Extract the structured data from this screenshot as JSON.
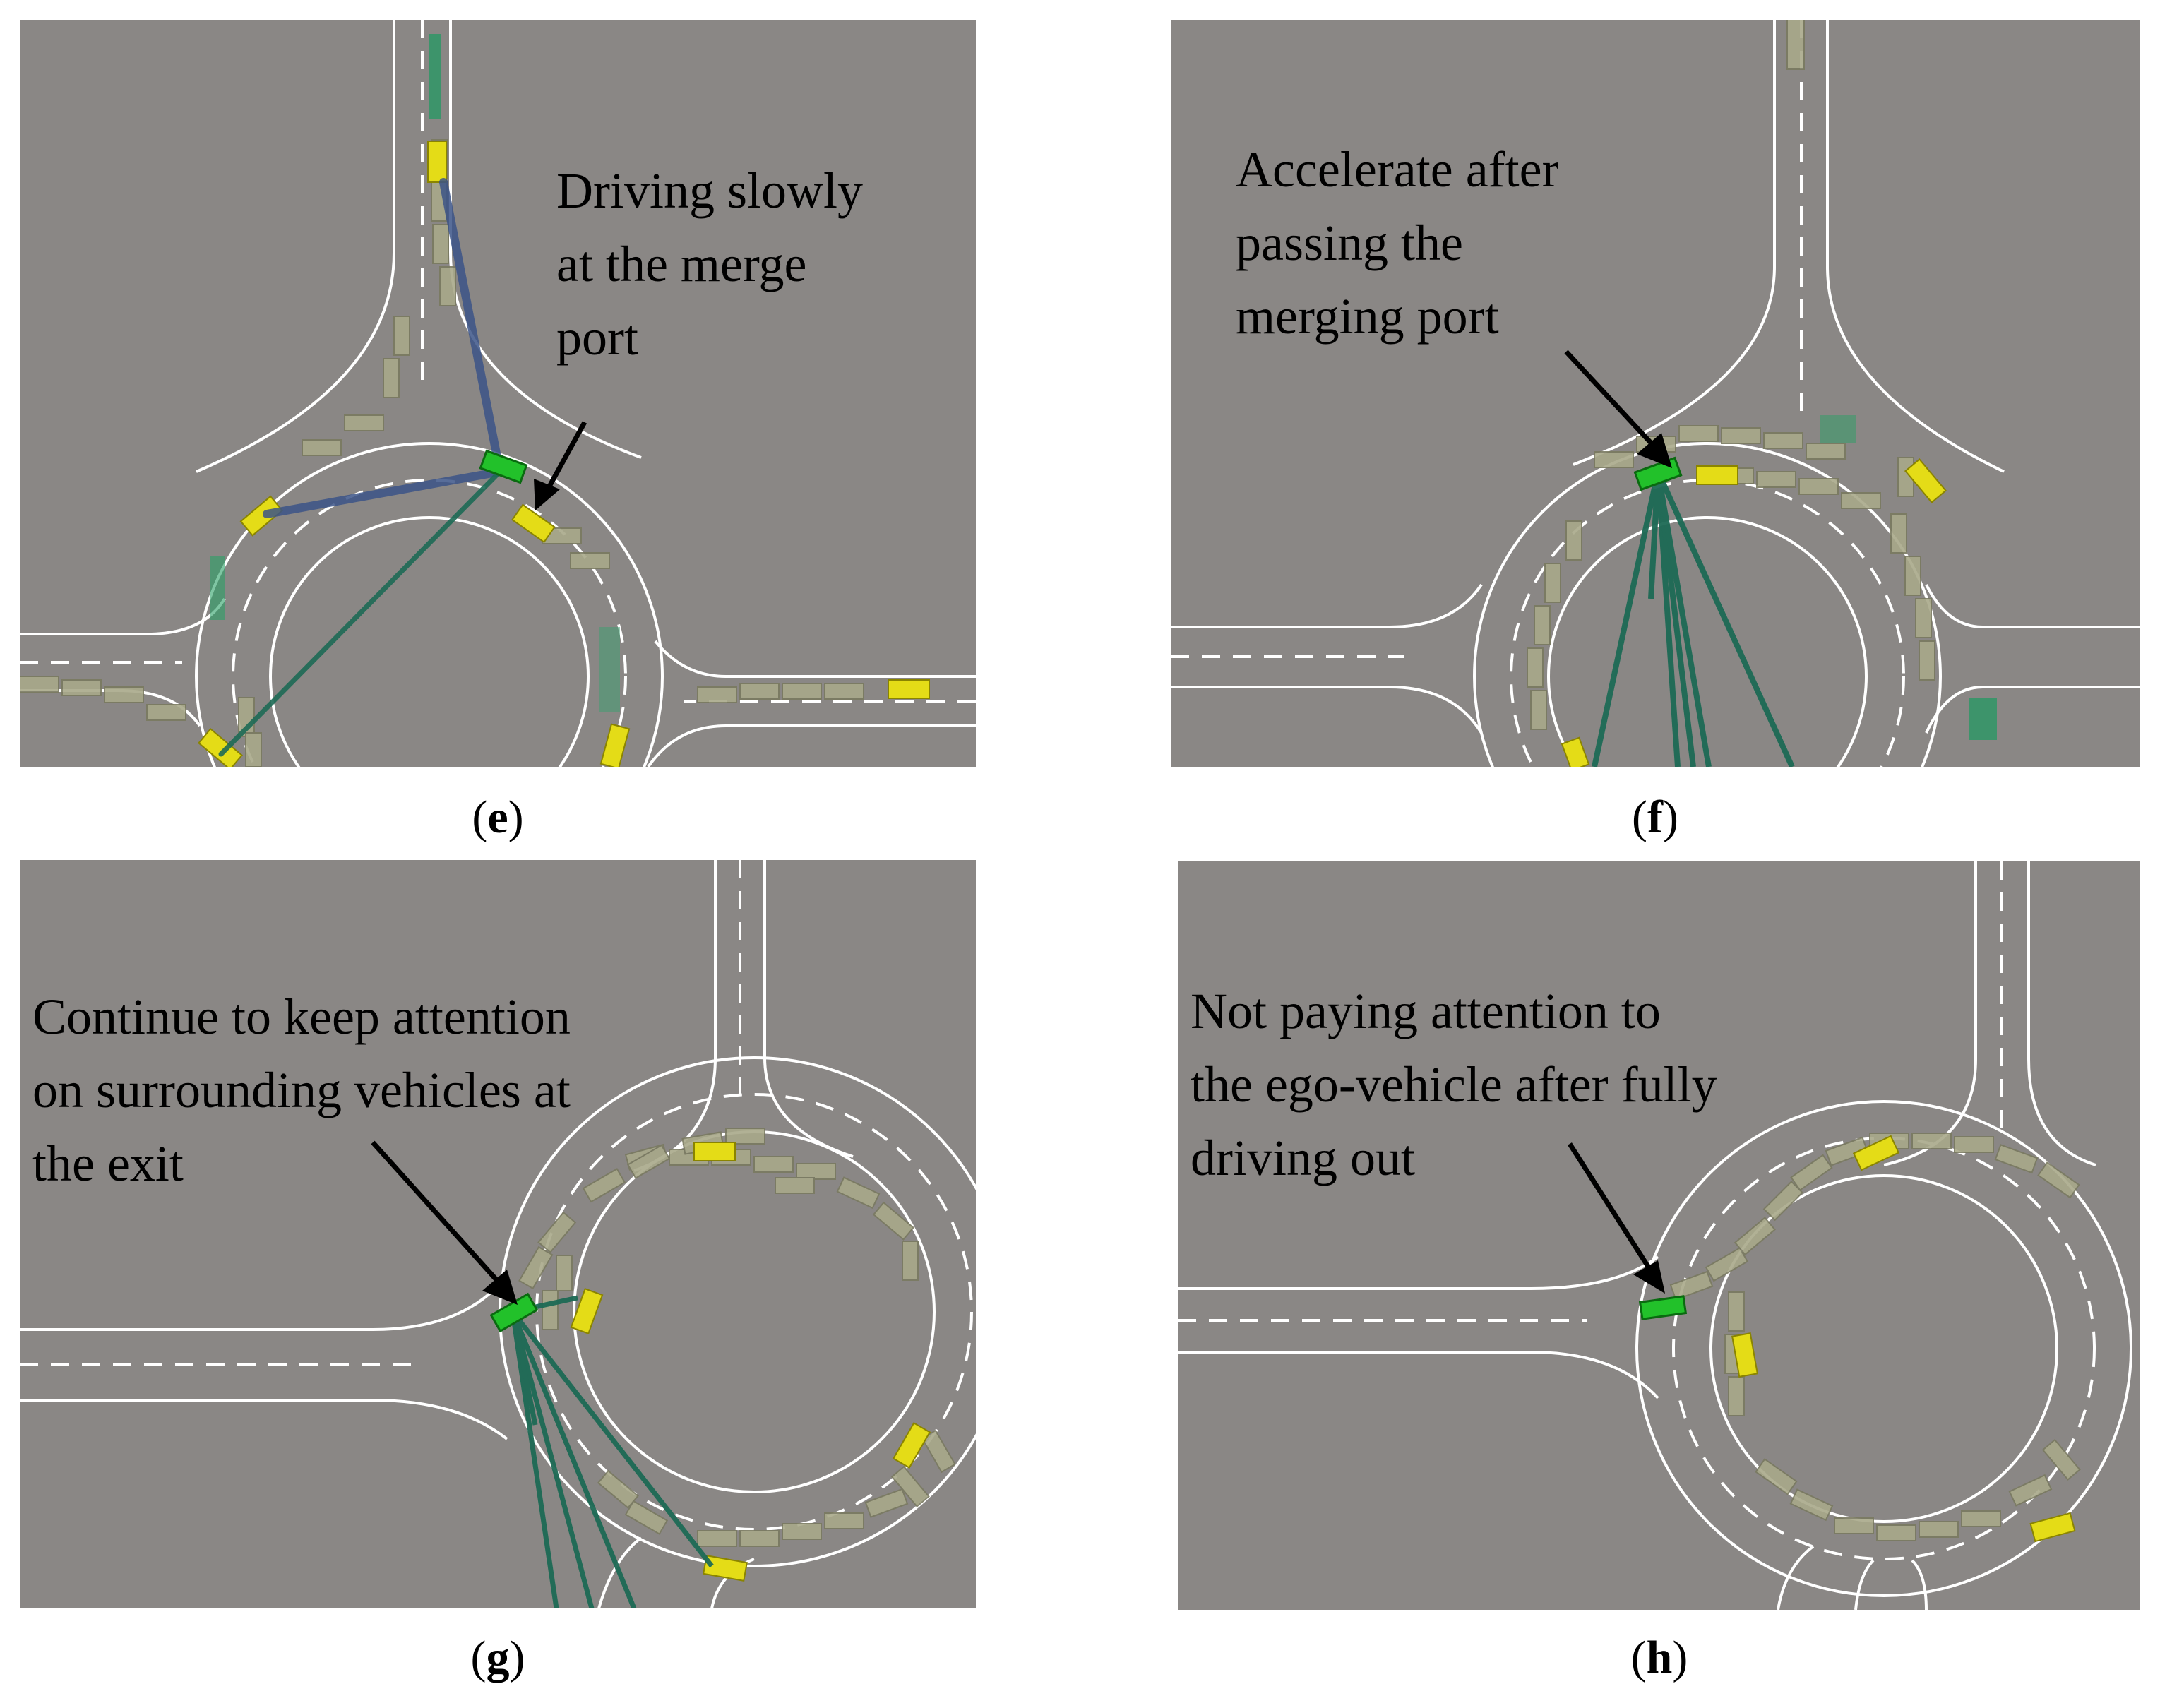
{
  "panels": [
    {
      "id": "e",
      "caption_open": "(",
      "caption_letter": "e",
      "caption_close": ")",
      "annotation": [
        "Driving slowly",
        "at the merge",
        "port"
      ]
    },
    {
      "id": "f",
      "caption_open": "(",
      "caption_letter": "f",
      "caption_close": ")",
      "annotation": [
        "Accelerate after",
        "passing the",
        "merging port"
      ]
    },
    {
      "id": "g",
      "caption_open": "(",
      "caption_letter": "g",
      "caption_close": ")",
      "annotation": [
        "Continue to keep attention",
        "on surrounding vehicles at",
        "the exit"
      ]
    },
    {
      "id": "h",
      "caption_open": "(",
      "caption_letter": "h",
      "caption_close": ")",
      "annotation": [
        "Not paying attention to",
        "the ego-vehicle after fully",
        "driving out"
      ]
    }
  ],
  "colors": {
    "road": "#8a8785",
    "lane_line": "#ffffff",
    "ego_vehicle": "#22c12a",
    "target_vehicle": "#e4dc17",
    "history_vehicle": "#a9a98a",
    "attention_blue": "#3b5487",
    "attention_green": "#1d6a55",
    "annotation_arrow": "#000000"
  }
}
